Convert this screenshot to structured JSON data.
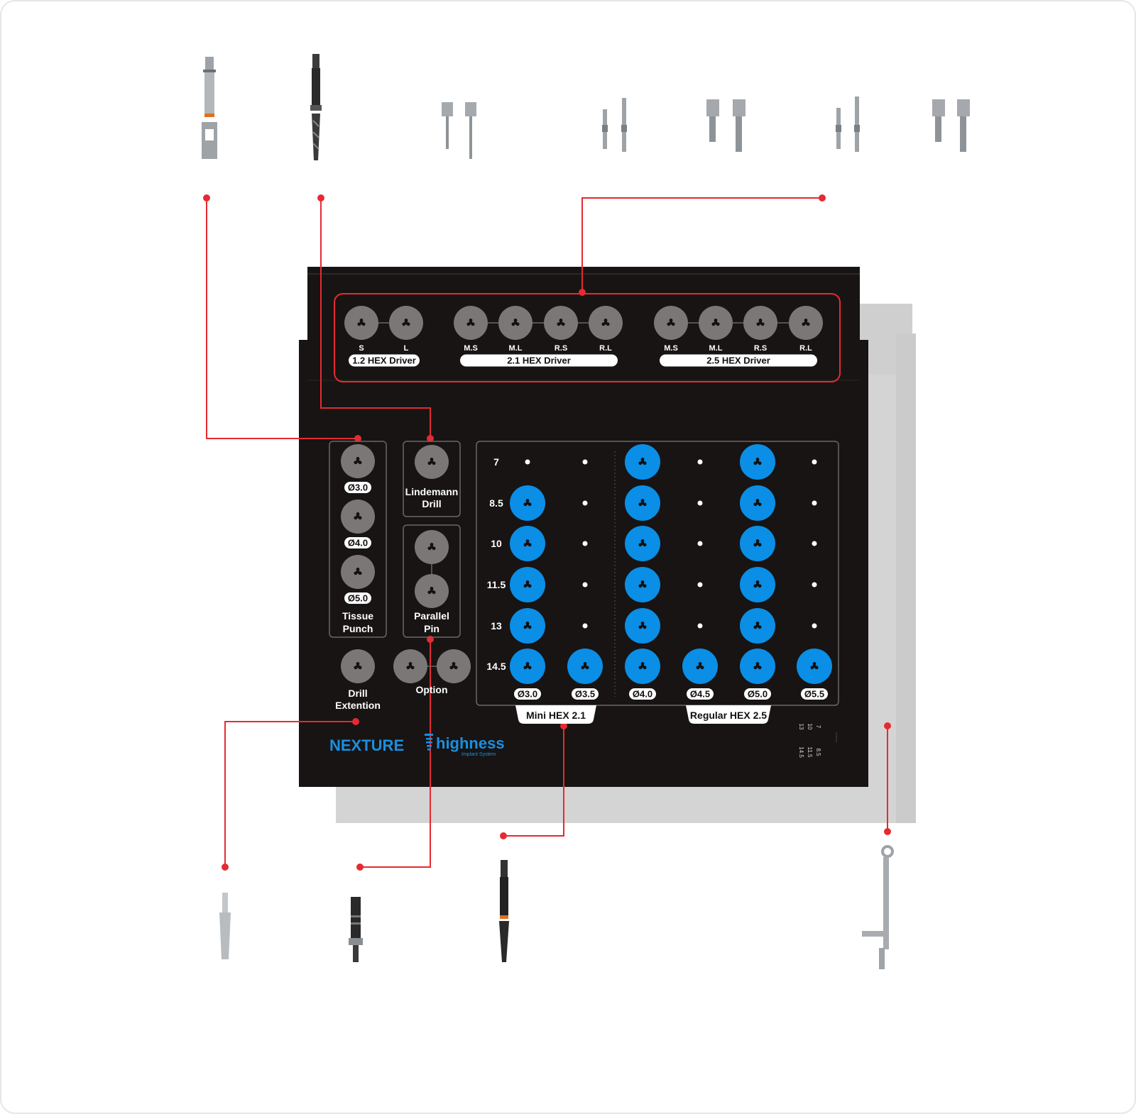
{
  "colors": {
    "tray": "#171413",
    "hole_grey": "#7a7776",
    "hole_blue": "#0a8ee6",
    "line_red": "#e52a32",
    "brand_blue": "#1a8fe0",
    "shadow_tray": "#d2d2d2",
    "metal": "#9ea3a8",
    "dark_tool": "#2a2a2a"
  },
  "drivers": {
    "g1": {
      "labels": [
        "S",
        "L"
      ],
      "title": "1.2 HEX Driver"
    },
    "g2": {
      "labels": [
        "M.S",
        "M.L",
        "R.S",
        "R.L"
      ],
      "title": "2.1 HEX Driver"
    },
    "g3": {
      "labels": [
        "M.S",
        "M.L",
        "R.S",
        "R.L"
      ],
      "title": "2.5 HEX Driver"
    }
  },
  "tissue_punch": {
    "sizes": [
      "Ø3.0",
      "Ø4.0",
      "Ø5.0"
    ],
    "title": [
      "Tissue",
      "Punch"
    ]
  },
  "lindemann": {
    "title": [
      "Lindemann",
      "Drill"
    ]
  },
  "parallel_pin": {
    "title": [
      "Parallel",
      "Pin"
    ]
  },
  "drill_extension": {
    "title": [
      "Drill",
      "Extention"
    ]
  },
  "option": {
    "title": "Option"
  },
  "grid": {
    "lengths": [
      "7",
      "8.5",
      "10",
      "11.5",
      "13",
      "14.5"
    ],
    "columns": [
      {
        "label": "Ø3.0",
        "filled": [
          false,
          true,
          true,
          true,
          true,
          true
        ]
      },
      {
        "label": "Ø3.5",
        "filled": [
          false,
          false,
          false,
          false,
          false,
          true
        ]
      },
      {
        "label": "Ø4.0",
        "filled": [
          true,
          true,
          true,
          true,
          true,
          true
        ]
      },
      {
        "label": "Ø4.5",
        "filled": [
          false,
          false,
          false,
          false,
          false,
          true
        ]
      },
      {
        "label": "Ø5.0",
        "filled": [
          true,
          true,
          true,
          true,
          true,
          true
        ]
      },
      {
        "label": "Ø5.5",
        "filled": [
          false,
          false,
          false,
          false,
          false,
          true
        ]
      }
    ],
    "group_labels": [
      "Mini HEX 2.1",
      "Regular HEX 2.5"
    ]
  },
  "brand": {
    "logo1": "NEXTURE",
    "logo2": "highness",
    "logo2_sub": "Implant System"
  },
  "legend_small": [
    "7",
    "8.5",
    "10",
    "11.5",
    "13",
    "14.5"
  ]
}
